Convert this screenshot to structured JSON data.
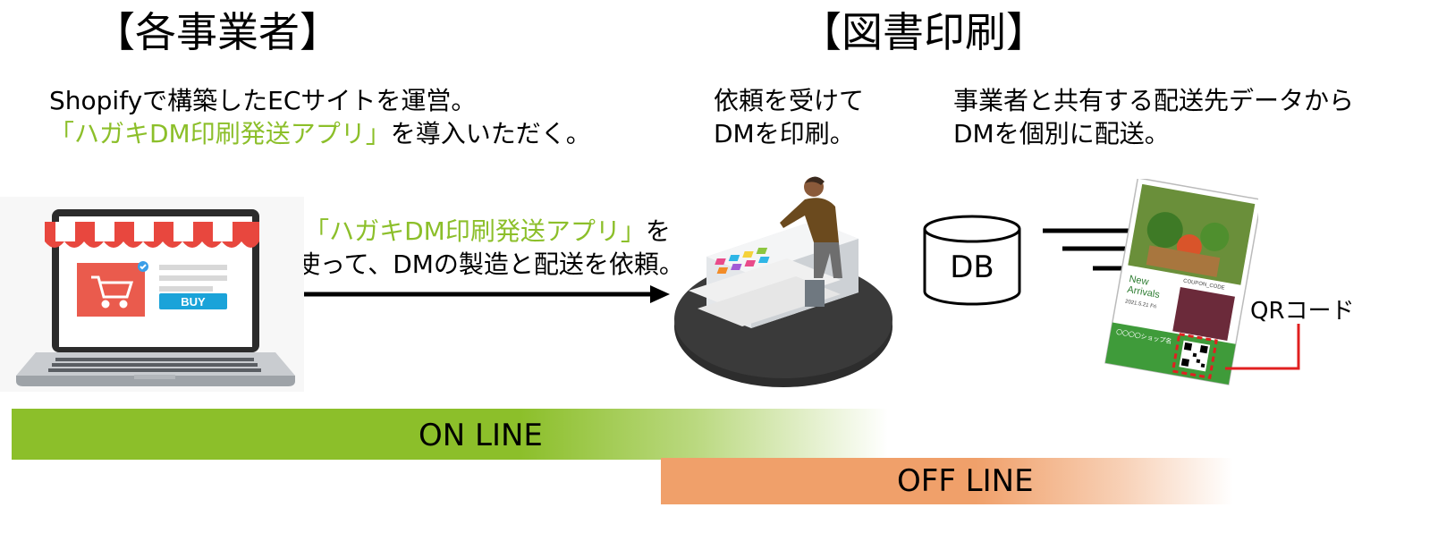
{
  "headings": {
    "left": "【各事業者】",
    "right": "【図書印刷】"
  },
  "left_desc": {
    "line1": "Shopifyで構築したECサイトを運営。",
    "line2_highlight": "「ハガキDM印刷発送アプリ」",
    "line2_rest": "を導入いただく。"
  },
  "middle_desc": {
    "line1": "依頼を受けて",
    "line2": "DMを印刷。"
  },
  "right_desc": {
    "line1": "事業者と共有する配送先データから",
    "line2": "DMを個別に配送。"
  },
  "arrow_label": {
    "line1_highlight": "「ハガキDM印刷発送アプリ」",
    "line1_rest": "を",
    "line2": "使って、DMの製造と配送を依頼。"
  },
  "laptop": {
    "buy_button": "BUY"
  },
  "database": {
    "label": "DB"
  },
  "postcard": {
    "header": "COUPON_CODE",
    "title_line1": "New",
    "title_line2": "Arrivals",
    "date": "2021.5.21 Fri",
    "shop": "〇〇〇〇ショップ名"
  },
  "qr_label": "QRコード",
  "bars": {
    "online": "ON LINE",
    "offline": "OFF LINE"
  },
  "colors": {
    "accent_green": "#8cbf2a",
    "online_bar": "#8cbf2a",
    "offline_bar": "#f0a06a",
    "qr_highlight": "#e02020",
    "awning_red": "#e8473e"
  }
}
